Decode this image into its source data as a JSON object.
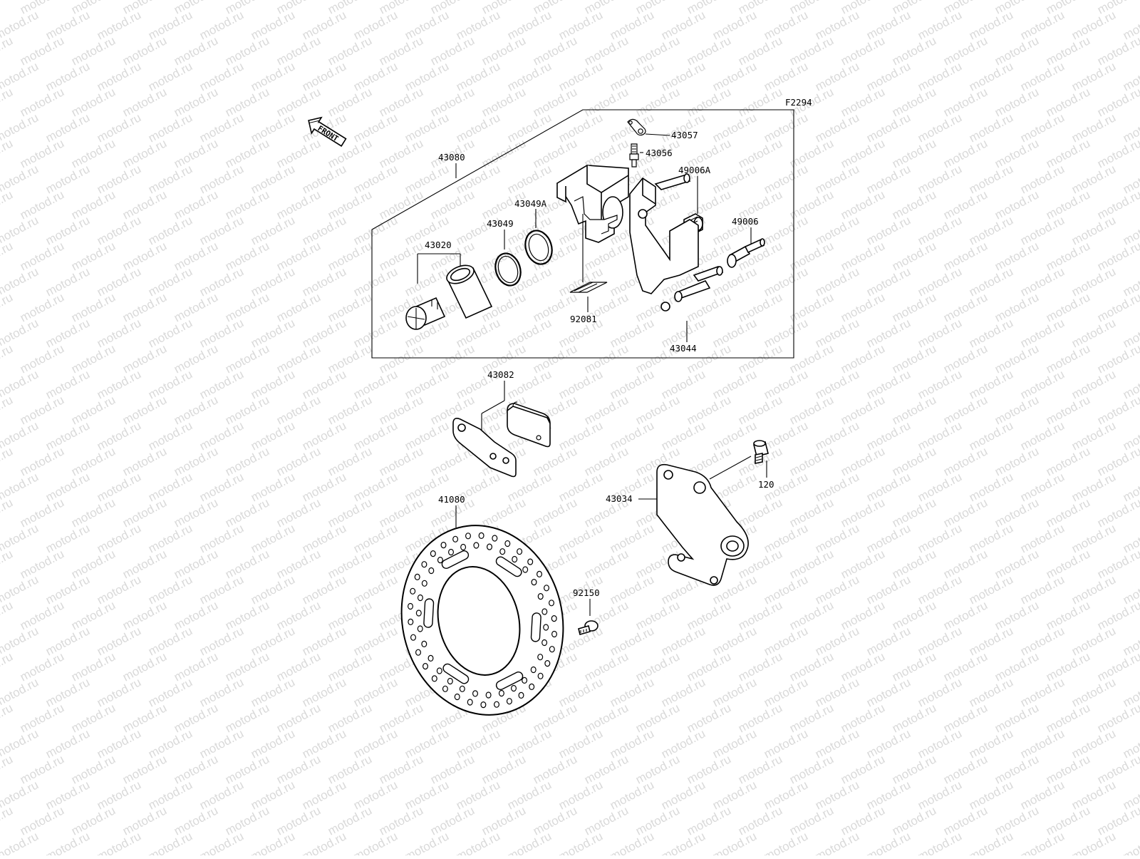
{
  "diagram": {
    "figure_code": "F2294",
    "front_label": "FRONT",
    "watermark": "motod.ru",
    "parts": [
      {
        "key": "43057",
        "label": "43057"
      },
      {
        "key": "43056",
        "label": "43056"
      },
      {
        "key": "43080",
        "label": "43080"
      },
      {
        "key": "43049A",
        "label": "43049A"
      },
      {
        "key": "49006A",
        "label": "49006A"
      },
      {
        "key": "43049",
        "label": "43049"
      },
      {
        "key": "49006",
        "label": "49006"
      },
      {
        "key": "43020",
        "label": "43020"
      },
      {
        "key": "92081",
        "label": "92081"
      },
      {
        "key": "43044",
        "label": "43044"
      },
      {
        "key": "43082",
        "label": "43082"
      },
      {
        "key": "120",
        "label": "120"
      },
      {
        "key": "43034",
        "label": "43034"
      },
      {
        "key": "41080",
        "label": "41080"
      },
      {
        "key": "92150",
        "label": "92150"
      }
    ]
  }
}
